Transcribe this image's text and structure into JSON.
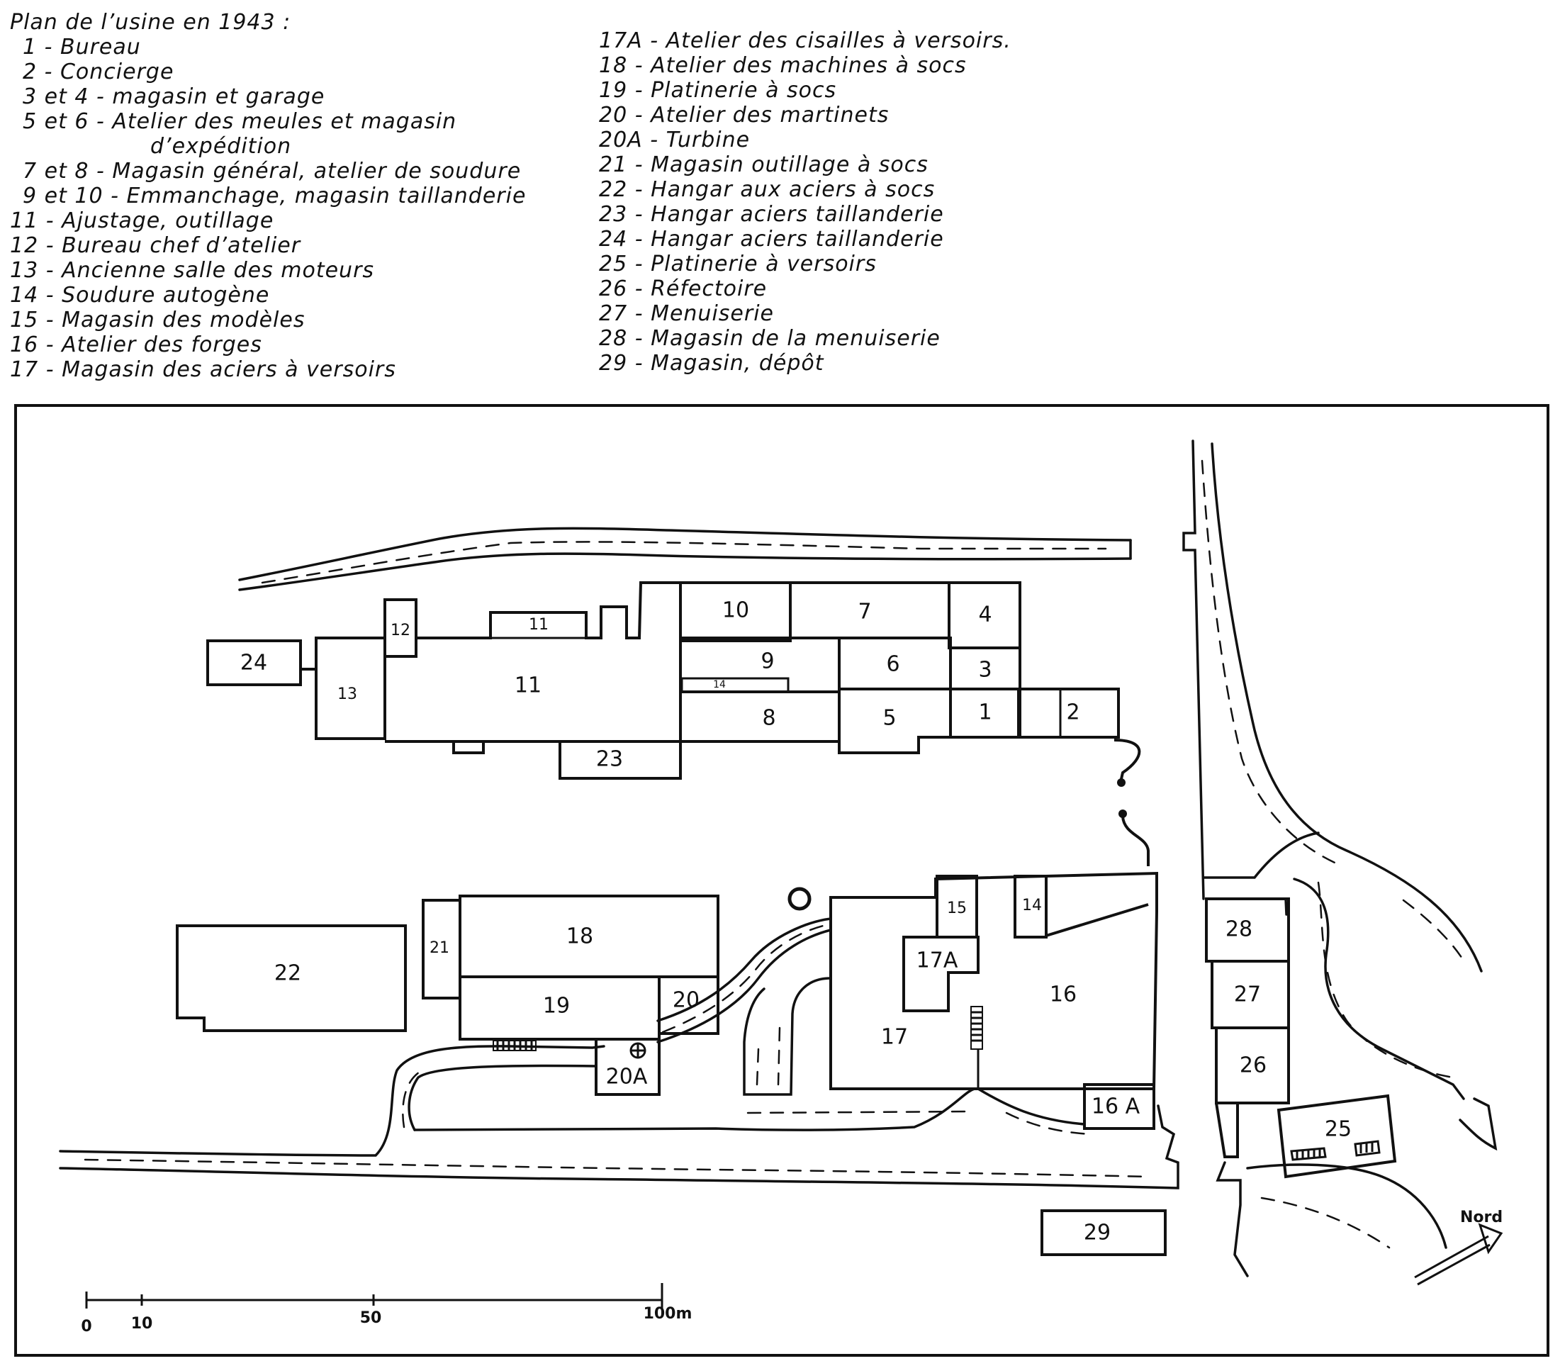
{
  "legend": {
    "title": "Plan de l’usine en 1943 :",
    "col1": [
      "1 - Bureau",
      "2 - Concierge",
      "3 et 4 - magasin et garage",
      "5 et 6 - Atelier des meules et magasin",
      "d’expédition",
      "7 et 8 - Magasin général, atelier de soudure",
      "9 et 10 - Emmanchage, magasin taillanderie",
      "11 - Ajustage, outillage",
      "12 - Bureau chef d’atelier",
      "13 - Ancienne salle des moteurs",
      "14 - Soudure autogène",
      "15 - Magasin des modèles",
      "16 - Atelier des forges",
      "17 - Magasin des aciers à versoirs"
    ],
    "col2": [
      "17A - Atelier des cisailles à versoirs.",
      "18 - Atelier des machines à socs",
      "19 - Platinerie à socs",
      "20 - Atelier des martinets",
      "20A - Turbine",
      "21 - Magasin outillage à socs",
      "22 - Hangar aux aciers à socs",
      "23 - Hangar aciers taillanderie",
      "24 - Hangar aciers taillanderie",
      "25 - Platinerie à versoirs",
      "26 - Réfectoire",
      "27 - Menuiserie",
      "28 - Magasin de la menuiserie",
      "29 - Magasin, dépôt"
    ]
  },
  "map": {
    "labels": {
      "b1": "1",
      "b2": "2",
      "b3": "3",
      "b4": "4",
      "b5": "5",
      "b6": "6",
      "b7": "7",
      "b8": "8",
      "b9": "9",
      "b10": "10",
      "b11": "11",
      "b11s": "11",
      "b12": "12",
      "b13": "13",
      "b14": "14",
      "b14s": "14",
      "b15": "15",
      "b16": "16",
      "b16a": "16 A",
      "b17": "17",
      "b17a": "17A",
      "b18": "18",
      "b19": "19",
      "b20": "20",
      "b20a": "20A",
      "b21": "21",
      "b22": "22",
      "b23": "23",
      "b24": "24",
      "b25": "25",
      "b26": "26",
      "b27": "27",
      "b28": "28",
      "b29": "29"
    },
    "scale": {
      "t0": "0",
      "t10": "10",
      "t50": "50",
      "t100": "100m"
    },
    "north": "Nord"
  }
}
